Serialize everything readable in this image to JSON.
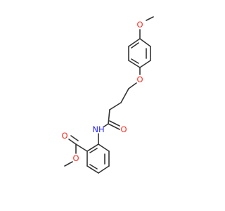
{
  "molecule": {
    "atoms": {
      "o_methoxy_top": {
        "label": "O",
        "color": "#ff2a1f"
      },
      "o_ether": {
        "label": "O",
        "color": "#ff2a1f"
      },
      "o_amide": {
        "label": "O",
        "color": "#ff2a1f"
      },
      "nh_amide": {
        "label": "NH",
        "color": "#2a2aff"
      },
      "o_ester_carbonyl": {
        "label": "O",
        "color": "#ff2a1f"
      },
      "o_ester_single": {
        "label": "O",
        "color": "#ff2a1f"
      }
    },
    "bond_color": "#333333"
  }
}
